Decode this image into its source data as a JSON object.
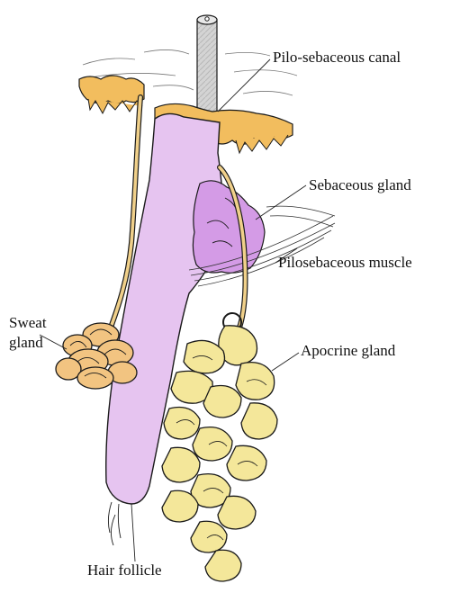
{
  "labels": {
    "pilo_sebaceous_canal": "Pilo-sebaceous canal",
    "sebaceous_gland": "Sebaceous gland",
    "pilosebaceous_muscle": "Pilosebaceous muscle",
    "sweat_gland_line1": "Sweat",
    "sweat_gland_line2": "gland",
    "apocrine_gland": "Apocrine gland",
    "hair_follicle": "Hair follicle"
  },
  "colors": {
    "epidermis": "#f2bd5e",
    "follicle": "#e6c4f0",
    "sebaceous": "#d49be6",
    "duct": "#f0d08a",
    "sweat_gland": "#f2c481",
    "apocrine": "#f4e79a",
    "hair_shaft": "#cfcfcf",
    "outline": "#1a1a1a"
  }
}
